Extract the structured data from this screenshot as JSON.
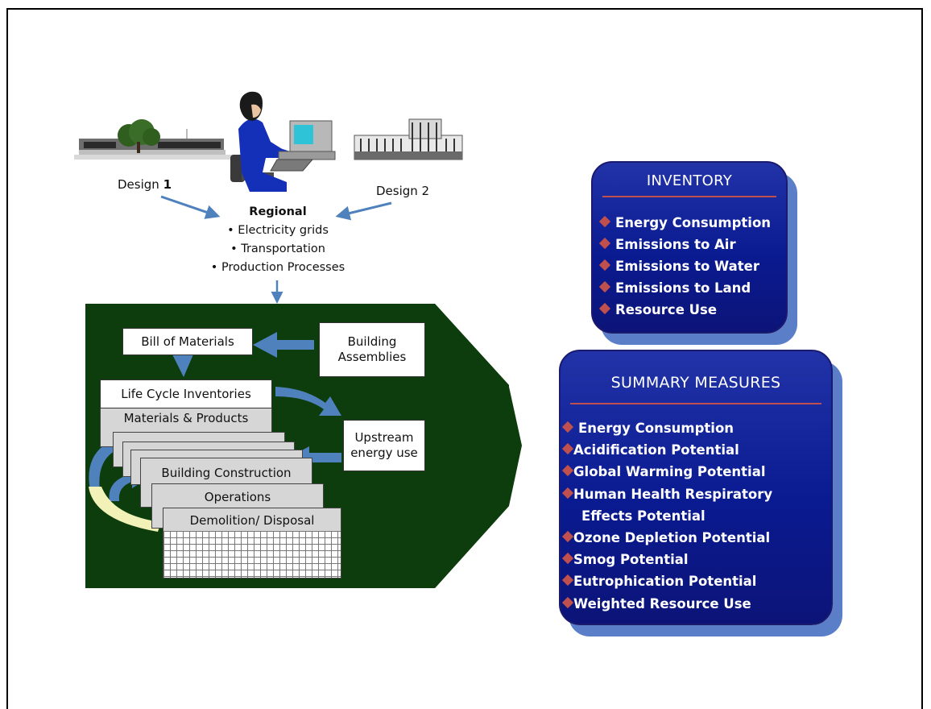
{
  "designs": {
    "design1": {
      "prefix": "Design ",
      "number": "1"
    },
    "design2": "Design 2"
  },
  "regional": {
    "title": "Regional",
    "bullets": [
      "• Electricity grids",
      "• Transportation",
      "• Production Processes"
    ]
  },
  "lca": {
    "bill_of_materials": "Bill of Materials",
    "building_assemblies": [
      "Building",
      "Assemblies"
    ],
    "life_cycle_inventories": "Life Cycle Inventories",
    "upstream": [
      "Upstream",
      "energy use"
    ],
    "cards": [
      "Materials & Products",
      "Building Construction",
      "Operations",
      "Demolition/ Disposal"
    ]
  },
  "inventory": {
    "title": "INVENTORY",
    "items": [
      "Energy Consumption",
      "Emissions to Air",
      "Emissions to Water",
      "Emissions to Land",
      "Resource Use"
    ]
  },
  "summary": {
    "title": "SUMMARY MEASURES",
    "items": [
      "Energy Consumption",
      "Acidification Potential",
      "Global Warming Potential",
      "Human Health Respiratory",
      "Ozone Depletion Potential",
      "Smog Potential",
      "Eutrophication Potential",
      "Weighted Resource Use"
    ],
    "continuation": "Effects Potential"
  },
  "colors": {
    "green_panel": "#0d3d0d",
    "arrow_blue": "#4f81bd",
    "panel_blue": "#0a1a90",
    "panel_shadow": "#5a7fc8",
    "bullet_red": "#c0504d",
    "card_grey": "#d6d6d6",
    "light_yellow": "#f2f2b8"
  },
  "icons": [
    "building-design-1-icon",
    "person-at-computer-icon",
    "building-design-2-icon"
  ]
}
